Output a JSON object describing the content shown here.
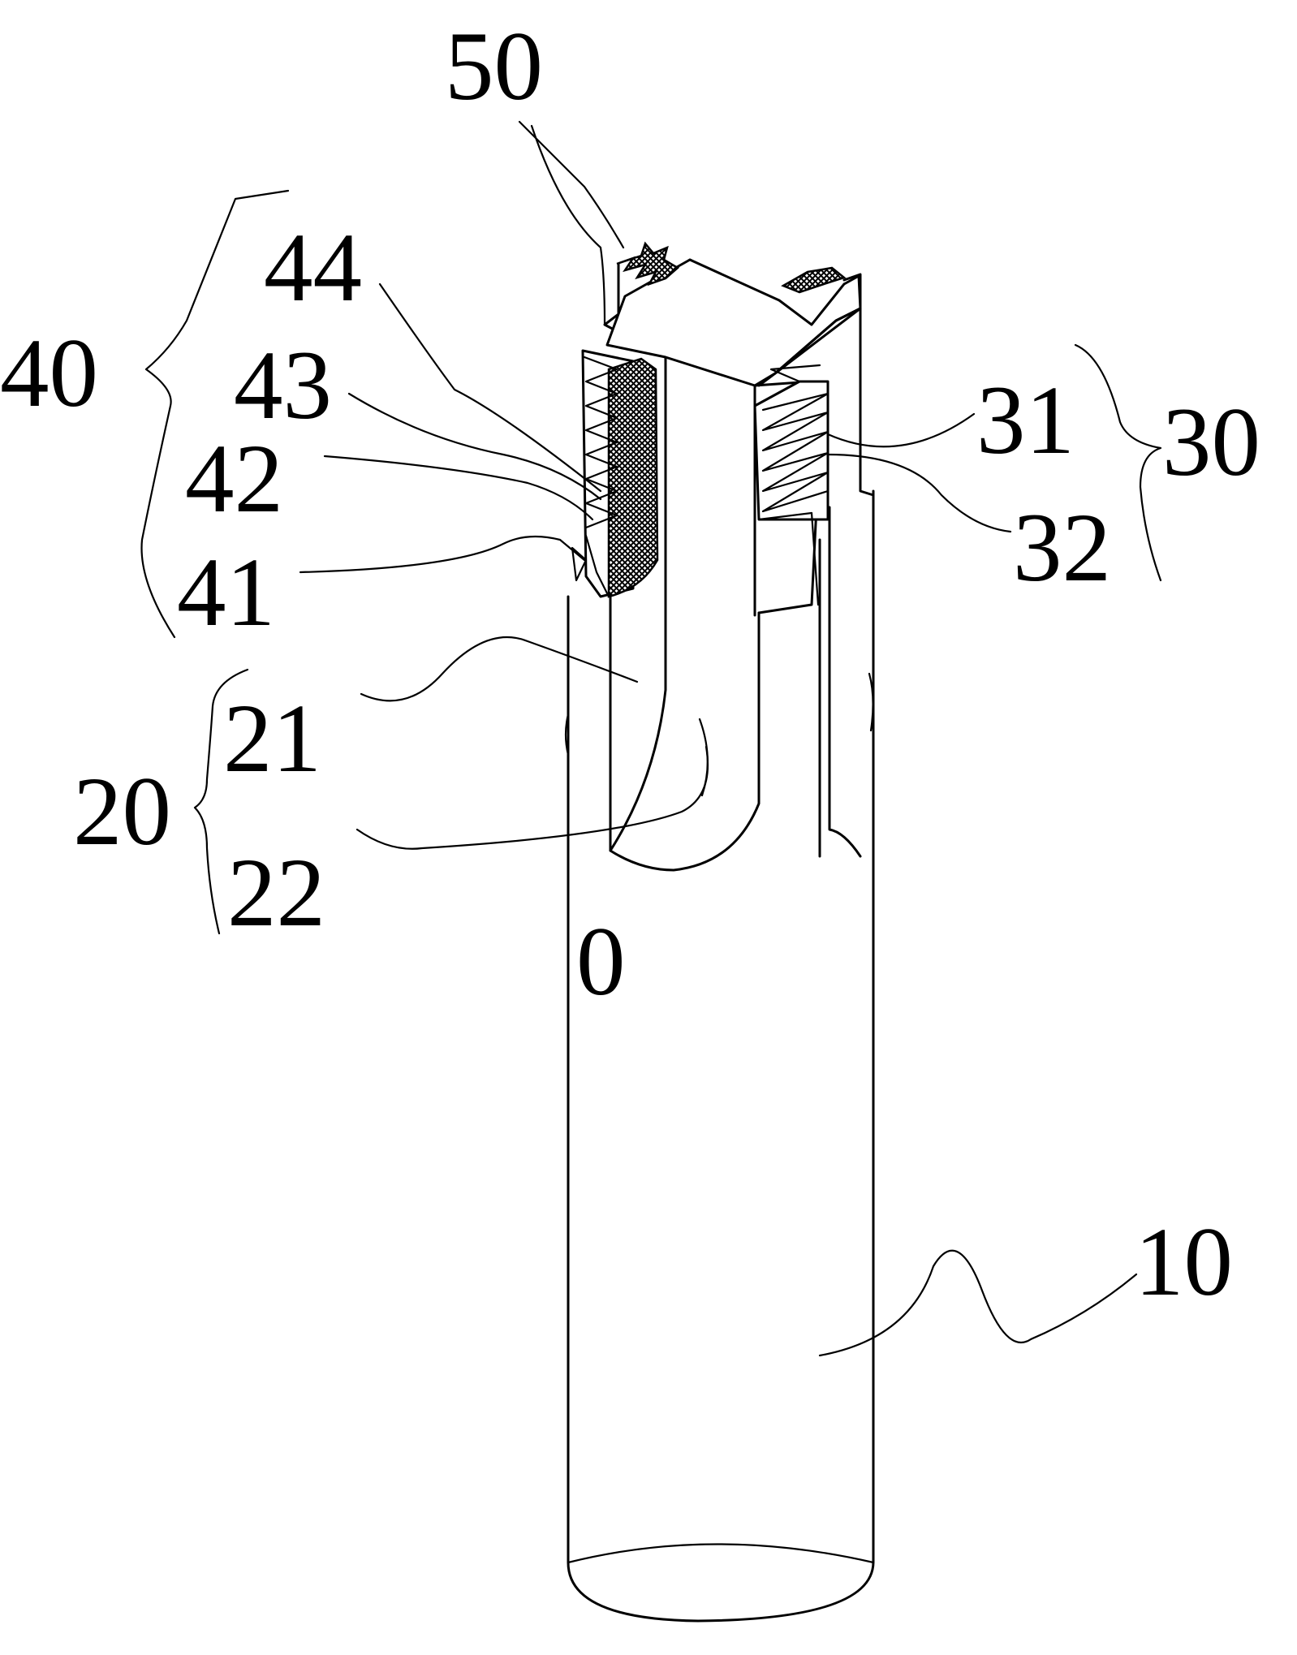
{
  "figure": {
    "labels": {
      "l50": "50",
      "l44": "44",
      "l40": "40",
      "l43": "43",
      "l42": "42",
      "l41": "41",
      "l31": "31",
      "l30": "30",
      "l32": "32",
      "l21": "21",
      "l20": "20",
      "l22": "22",
      "l0": "0",
      "l10": "10"
    },
    "colors": {
      "ink": "#000000",
      "paper": "#ffffff",
      "hatch": "#000000"
    }
  }
}
